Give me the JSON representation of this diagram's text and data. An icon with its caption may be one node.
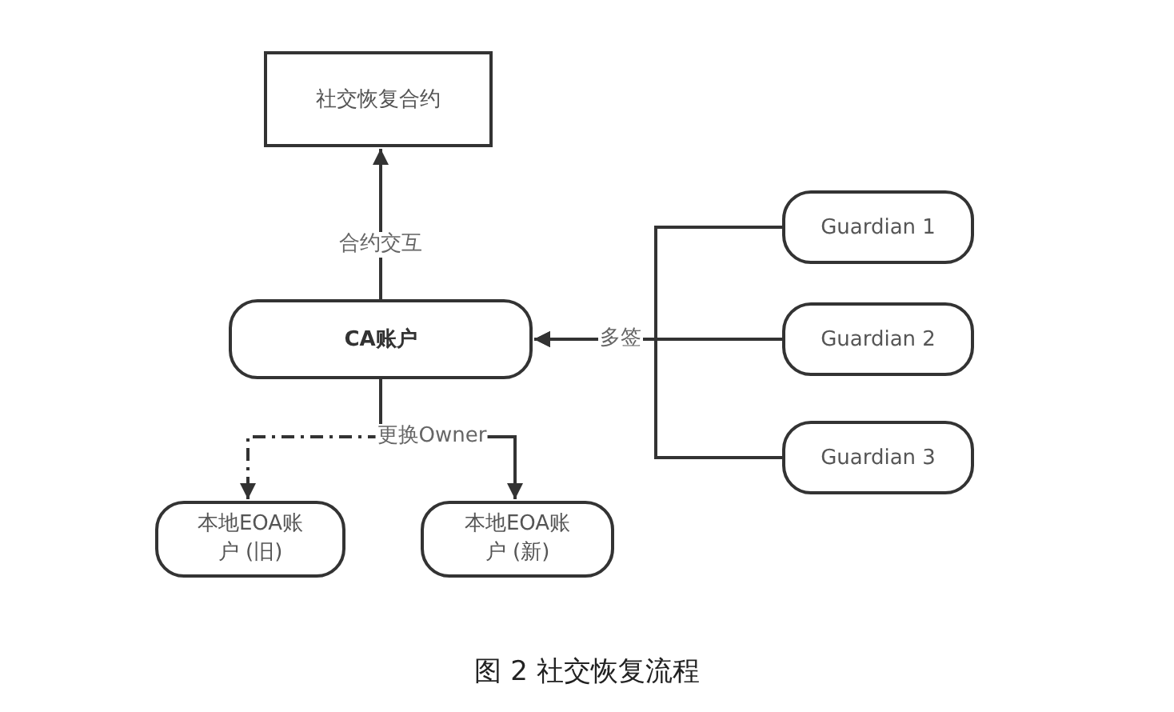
{
  "diagram": {
    "caption": "图 2 社交恢复流程",
    "nodes": [
      {
        "text": [
          "社交恢复合约"
        ]
      },
      {
        "text": [
          "CA账户"
        ]
      },
      {
        "text": [
          "Guardian 1"
        ]
      },
      {
        "text": [
          "Guardian 2"
        ]
      },
      {
        "text": [
          "Guardian 3"
        ]
      },
      {
        "text": [
          "本地EOA账户 (旧)"
        ]
      },
      {
        "text": [
          "本地EOA账户 (新)"
        ]
      }
    ],
    "edges": [
      {
        "from": 1,
        "to": 0,
        "arrow": "to",
        "label": "合约交互"
      },
      {
        "from": 2,
        "to": 1,
        "arrow": "to"
      },
      {
        "from": 3,
        "to": 1,
        "arrow": "to",
        "label": "多签"
      },
      {
        "from": 4,
        "to": 1,
        "arrow": "to"
      },
      {
        "from": 1,
        "to": 5,
        "arrow": "to",
        "style": "dashed"
      },
      {
        "from": 1,
        "to": 6,
        "arrow": "to",
        "label": "更换Owner"
      }
    ]
  }
}
